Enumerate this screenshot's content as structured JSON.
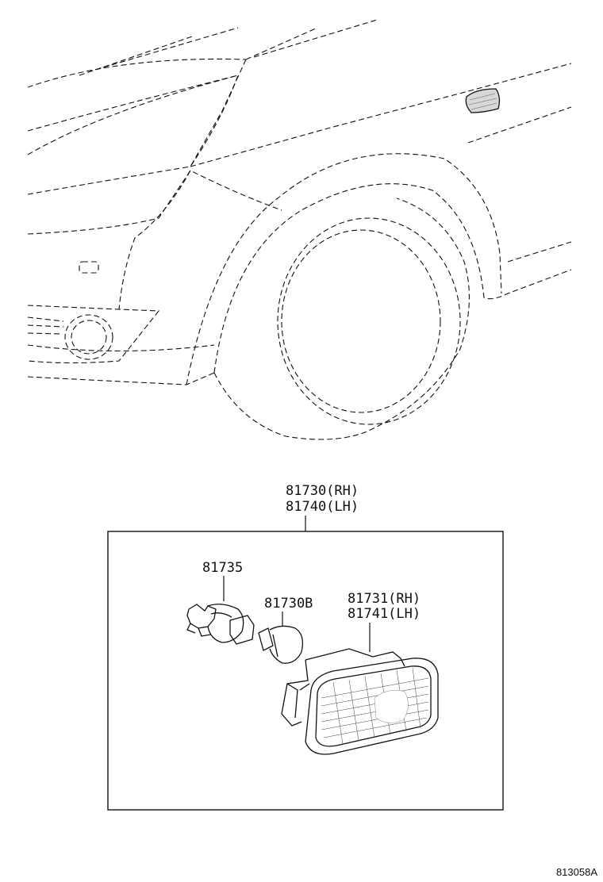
{
  "parts": {
    "assembly_rh": "81730(RH)",
    "assembly_lh": "81740(LH)",
    "socket": "81735",
    "bulb": "81730B",
    "lens_rh": "81731(RH)",
    "lens_lh": "81741(LH)"
  },
  "reference_code": "813058A"
}
